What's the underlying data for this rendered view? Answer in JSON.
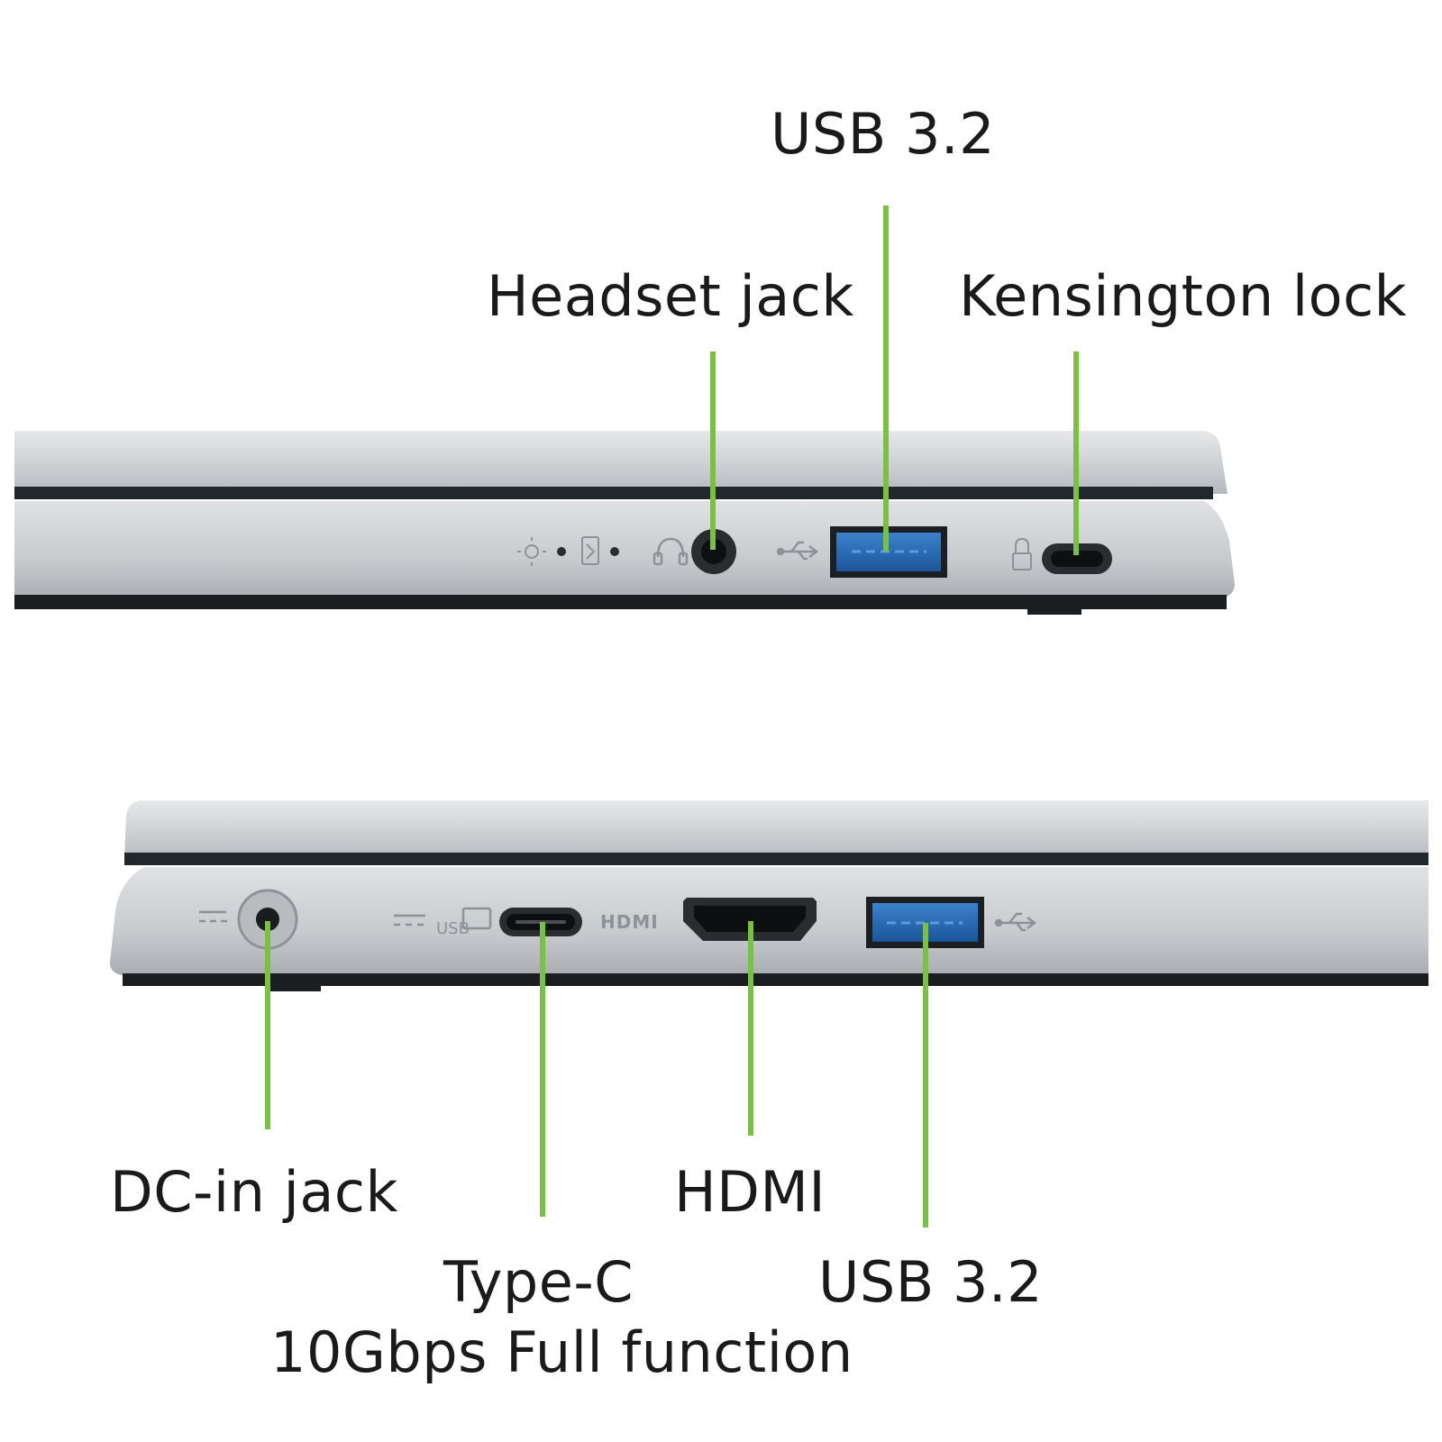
{
  "colors": {
    "callout": "#7ac143",
    "chassis": "#c9cccf",
    "chassis_shadow": "#9ea2a6",
    "bezel": "#1f2326",
    "port_blue": "#1f5fa8",
    "text": "#1a1a1a"
  },
  "top_view": {
    "side": "right-side",
    "labels": {
      "usb": "USB 3.2",
      "headset": "Headset jack",
      "kensington": "Kensington lock"
    }
  },
  "bottom_view": {
    "side": "left-side",
    "labels": {
      "dc_in": "DC-in jack",
      "type_c_line1": "Type-C",
      "type_c_line2": "10Gbps Full function",
      "hdmi": "HDMI",
      "usb": "USB 3.2"
    }
  },
  "icons": [
    "power-led-icon",
    "battery-led-icon",
    "headset-icon",
    "usb-icon",
    "kensington-icon",
    "dc-power-icon",
    "usb-display-icon",
    "hdmi-icon"
  ]
}
